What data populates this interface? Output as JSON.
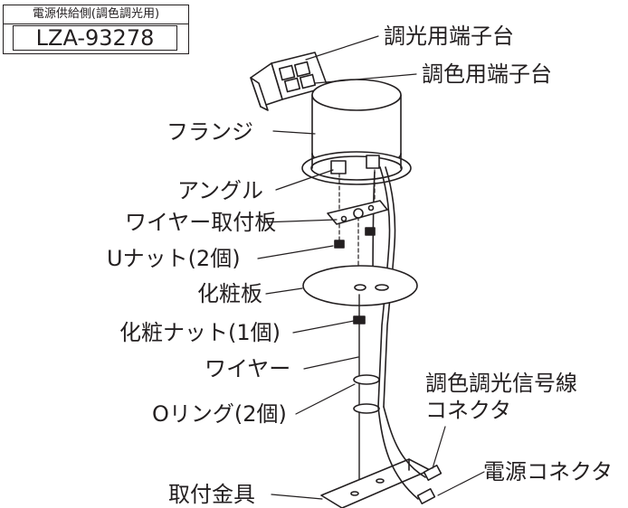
{
  "header": {
    "subtitle": "電源供給側(調色調光用)",
    "model": "LZA-93278"
  },
  "labels": {
    "dimming_terminal": "調光用端子台",
    "color_terminal": "調色用端子台",
    "flange": "フランジ",
    "angle": "アングル",
    "wire_plate": "ワイヤー取付板",
    "u_nut": "Uナット(2個)",
    "decor_plate": "化粧板",
    "decor_nut": "化粧ナット(1個)",
    "wire": "ワイヤー",
    "o_ring": "Oリング(2個)",
    "signal_connector_line1": "調色調光信号線",
    "signal_connector_line2": "コネクタ",
    "power_connector": "電源コネクタ",
    "bracket": "取付金具"
  }
}
